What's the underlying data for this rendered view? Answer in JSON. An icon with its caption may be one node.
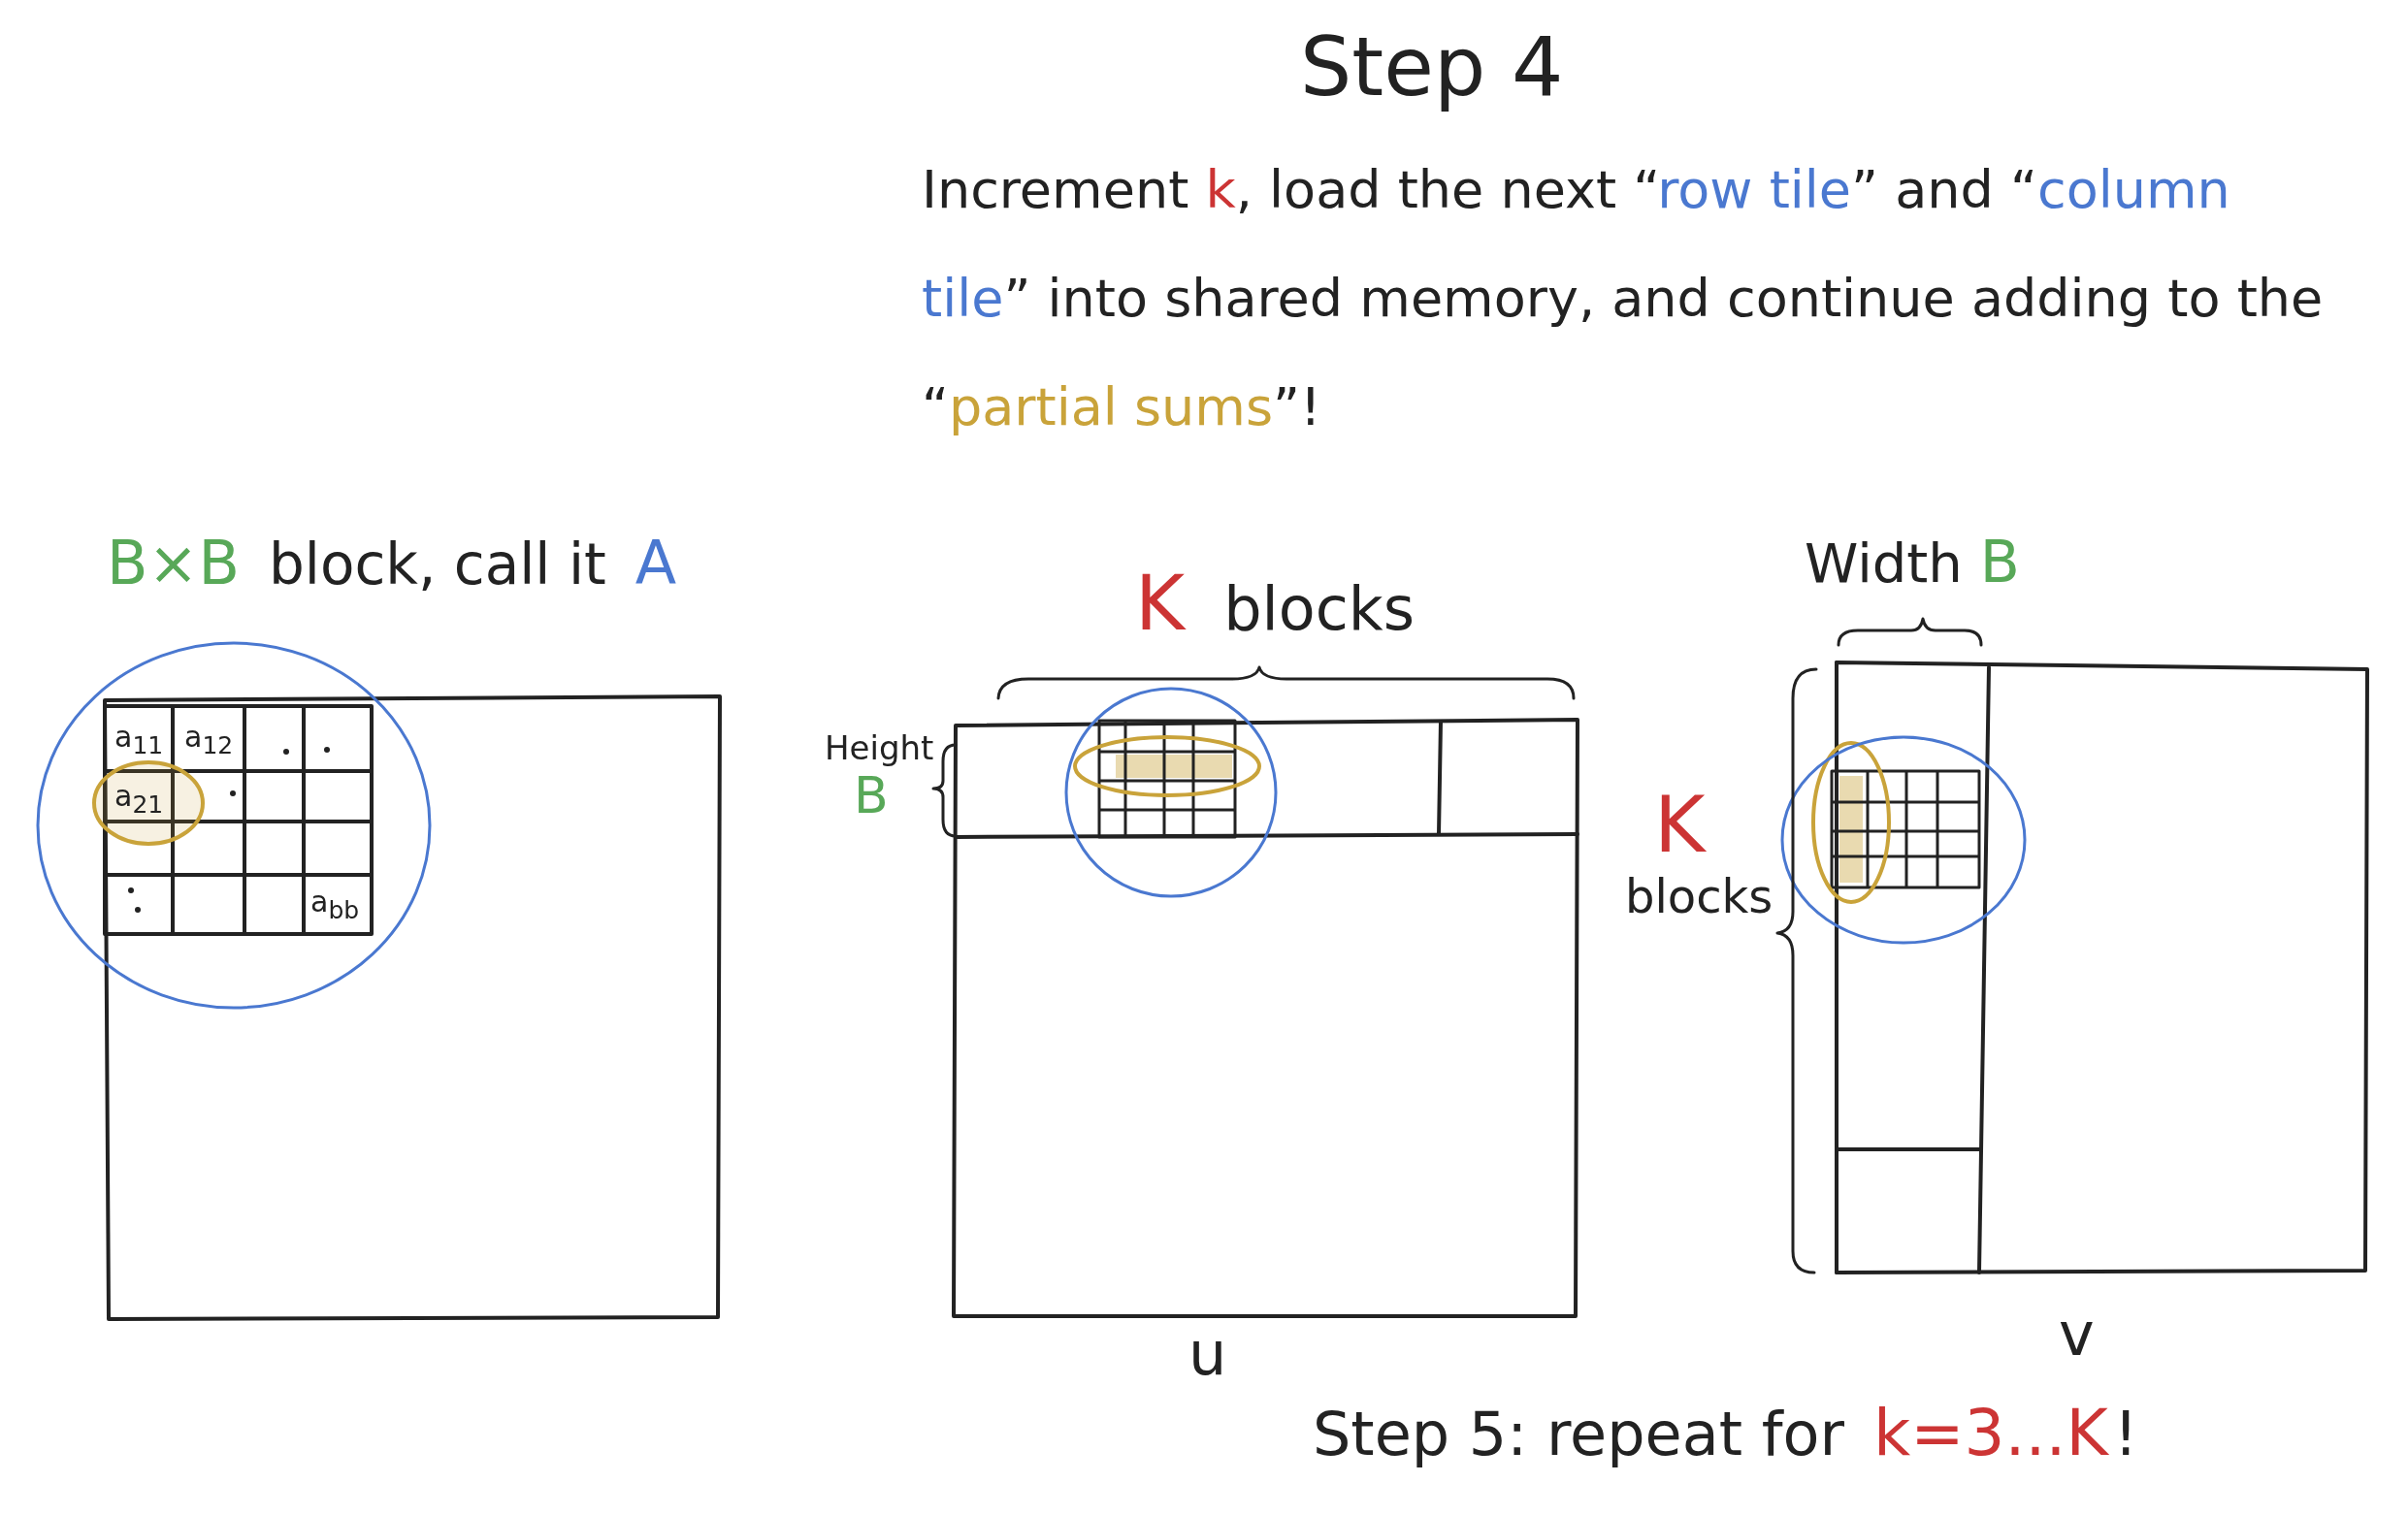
{
  "diagram": {
    "title": "Step 4",
    "labels": [
      "Increment",
      "k",
      ", load the next “",
      "row tile",
      "” and “",
      "column tile",
      "” into shared memory, and continue adding to the “",
      "partial sums",
      "”!",
      "B×B",
      "block, call it",
      "A",
      "a$_{11}$",
      "a$_{12}$",
      "a$_{21}$",
      "a$_{bb}$",
      "K",
      "blocks",
      "Height",
      "B",
      "Width",
      "B",
      "K",
      "blocks",
      "u",
      "v",
      "Step 5: repeat for",
      "k=3...K",
      "!"
    ]
  }
}
